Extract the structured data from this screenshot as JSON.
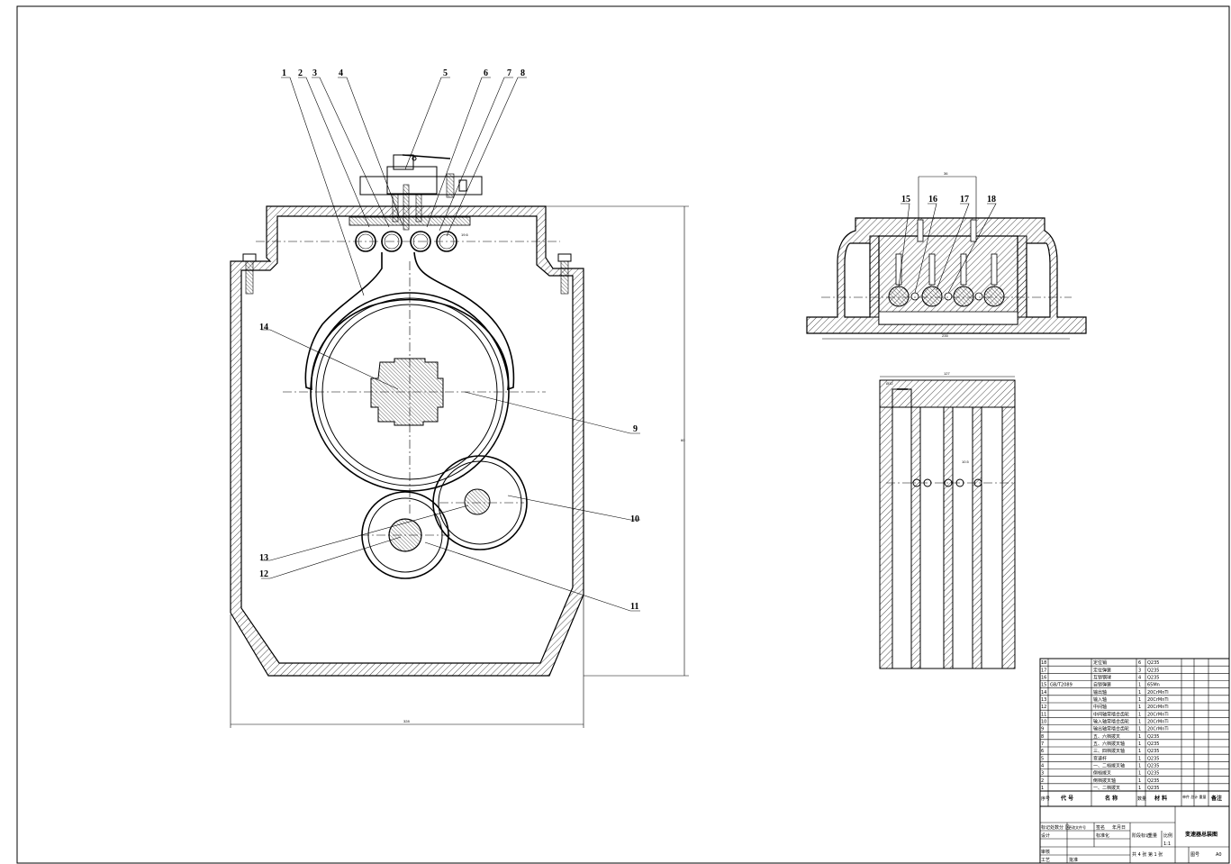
{
  "drawing": {
    "callouts": [
      "1",
      "2",
      "3",
      "4",
      "5",
      "6",
      "7",
      "8",
      "9",
      "10",
      "11",
      "12",
      "13",
      "14",
      "15",
      "16",
      "17",
      "18"
    ],
    "dims": {
      "main_width": "328",
      "main_height": "60",
      "rod_gap": "19.6",
      "section_top": "36",
      "section_bottom": "235",
      "plan_width": "127",
      "plan_rod": "Ø12",
      "plan_detail": "10.5"
    }
  },
  "bom": {
    "rows": [
      {
        "no": "18",
        "code": "",
        "name": "定位销",
        "qty": "6",
        "mat": "Q235"
      },
      {
        "no": "17",
        "code": "",
        "name": "定位弹簧",
        "qty": "3",
        "mat": "Q235"
      },
      {
        "no": "16",
        "code": "",
        "name": "互锁钢球",
        "qty": "4",
        "mat": "Q235"
      },
      {
        "no": "15",
        "code": "GB/T2089",
        "name": "自锁弹簧",
        "qty": "1",
        "mat": "65Mn"
      },
      {
        "no": "14",
        "code": "",
        "name": "输出轴",
        "qty": "1",
        "mat": "20CrMnTi"
      },
      {
        "no": "13",
        "code": "",
        "name": "输入轴",
        "qty": "1",
        "mat": "20CrMnTi"
      },
      {
        "no": "12",
        "code": "",
        "name": "中间轴",
        "qty": "1",
        "mat": "20CrMnTi"
      },
      {
        "no": "11",
        "code": "",
        "name": "中间轴常啮合齿轮",
        "qty": "1",
        "mat": "20CrMnTi"
      },
      {
        "no": "10",
        "code": "",
        "name": "输入轴常啮合齿轮",
        "qty": "1",
        "mat": "20CrMnTi"
      },
      {
        "no": "9",
        "code": "",
        "name": "输出轴常啮合齿轮",
        "qty": "1",
        "mat": "20CrMnTi"
      },
      {
        "no": "8",
        "code": "",
        "name": "五、六档拨叉",
        "qty": "1",
        "mat": "Q235"
      },
      {
        "no": "7",
        "code": "",
        "name": "五、六档拨叉轴",
        "qty": "1",
        "mat": "Q235"
      },
      {
        "no": "6",
        "code": "",
        "name": "三、四档拨叉轴",
        "qty": "1",
        "mat": "Q235"
      },
      {
        "no": "5",
        "code": "",
        "name": "变速杆",
        "qty": "1",
        "mat": "Q235"
      },
      {
        "no": "4",
        "code": "",
        "name": "一、二档拨叉轴",
        "qty": "1",
        "mat": "Q235"
      },
      {
        "no": "3",
        "code": "",
        "name": "倒档拨叉",
        "qty": "1",
        "mat": "Q235"
      },
      {
        "no": "2",
        "code": "",
        "name": "倒档拨叉轴",
        "qty": "1",
        "mat": "Q235"
      },
      {
        "no": "1",
        "code": "",
        "name": "一、二档拨叉",
        "qty": "1",
        "mat": "Q235"
      }
    ],
    "header": {
      "no": "序号",
      "code": "代 号",
      "name": "名 称",
      "qty": "数量",
      "mat": "材 料",
      "weight": "单件 总计 重量",
      "remark": "备注"
    }
  },
  "titleblock": {
    "title": "变速器总装图",
    "scale": "1:1",
    "labels": {
      "mark": "标记",
      "count": "处数",
      "zone": "分 区",
      "change": "更改文件号",
      "sign": "签名",
      "date": "年月日",
      "design": "设计",
      "std": "标准化",
      "stage": "阶段标记",
      "weight": "重量",
      "scale_lbl": "比例",
      "review": "审核",
      "process": "工艺",
      "approve": "批准",
      "sheets": "共 4 张 第 1 张",
      "code_lbl": "图号",
      "size": "A0"
    }
  }
}
